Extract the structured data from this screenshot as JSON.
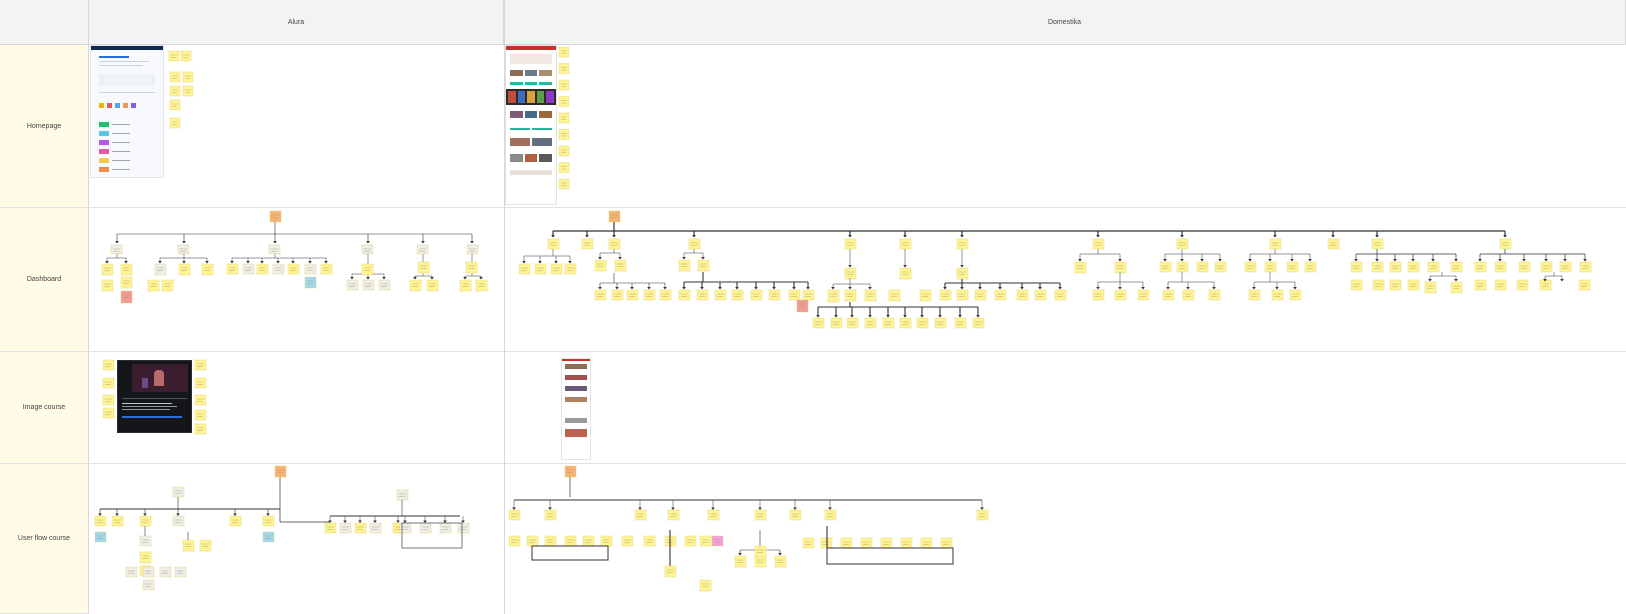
{
  "columns": [
    {
      "id": "alura",
      "label": "Alura"
    },
    {
      "id": "domestika",
      "label": "Domestika"
    }
  ],
  "rows": [
    {
      "id": "homepage",
      "label": "Homepage"
    },
    {
      "id": "dashboard",
      "label": "Dashboard"
    },
    {
      "id": "image_course",
      "label": "Image course"
    },
    {
      "id": "user_flow_course",
      "label": "User flow course"
    }
  ],
  "colors": {
    "sticky_yellow": "#fff39a",
    "sticky_orange": "#f7b27a",
    "sticky_blue": "#9fd8f5",
    "sticky_red": "#f29a9a",
    "sticky_pink": "#f3a0e0",
    "sticky_gray": "#eeeeee",
    "row_header_bg": "#fffbe6",
    "col_header_bg": "#f3f3f3"
  }
}
